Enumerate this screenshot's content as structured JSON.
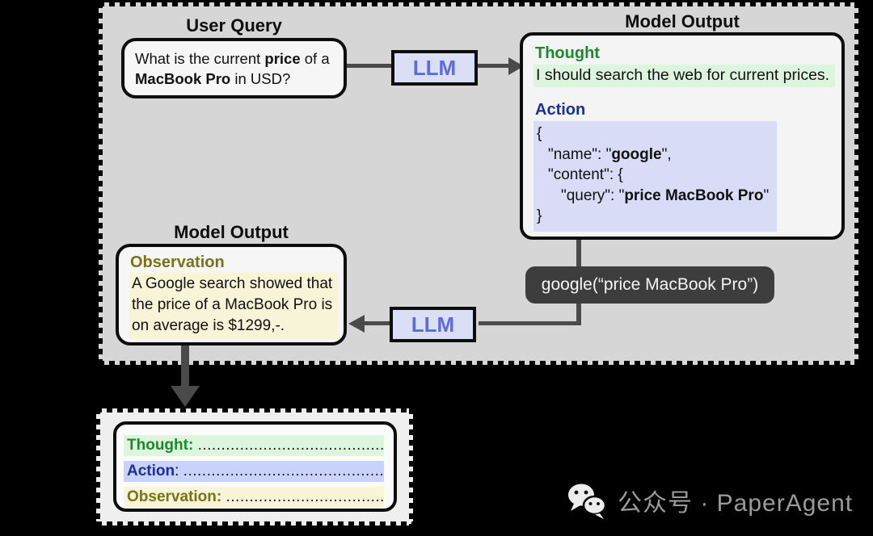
{
  "colors": {
    "panel_bg": "#d6d6d6",
    "thought_green": "#1a8a2e",
    "thought_highlight": "#def5dd",
    "action_navy": "#1b2f9e",
    "action_highlight": "#d8dcf7",
    "observation_olive": "#7a7218",
    "observation_highlight": "#f7f4d8",
    "llm_text": "#5a6ce0",
    "llm_fill": "#dbdff6",
    "connector": "#4a4a4a",
    "tool_box_fill": "#3d3d3d"
  },
  "user_query": {
    "title": "User Query",
    "l1a": "What is the current ",
    "l1b": "price",
    "l1c": " of a",
    "l2a": "MacBook Pro",
    "l2b": " in USD?"
  },
  "llm1": {
    "label": "LLM"
  },
  "llm2": {
    "label": "LLM"
  },
  "model_output_top": {
    "title": "Model Output",
    "thought_label": "Thought",
    "thought_text": "I should search the web for current prices.",
    "action_label": "Action",
    "code": {
      "l1": "{",
      "l2a": "\"name\": \"",
      "l2b": "google",
      "l2c": "\",",
      "l3": "\"content\": {",
      "l4a": "\"query\": \"",
      "l4b": "price MacBook Pro",
      "l4c": "\"",
      "l5": "}"
    }
  },
  "tool_call": {
    "text": "google(“price MacBook Pro”)"
  },
  "model_output_bottom": {
    "title": "Model Output",
    "observation_label": "Observation",
    "obs_l1": "A Google search showed that",
    "obs_l2": "the price of a MacBook Pro is",
    "obs_l3": "on average is $1299,-."
  },
  "recap": {
    "thought_label": "Thought:",
    "thought_dots": "..............................................................",
    "action_label": "Action",
    "action_colon": ": ",
    "action_dots": "..............................................................",
    "observation_label": "Observation:",
    "observation_dots": ".............................................................."
  },
  "footer": {
    "wechat_icon": "wechat-icon",
    "text": "公众号 · PaperAgent"
  }
}
